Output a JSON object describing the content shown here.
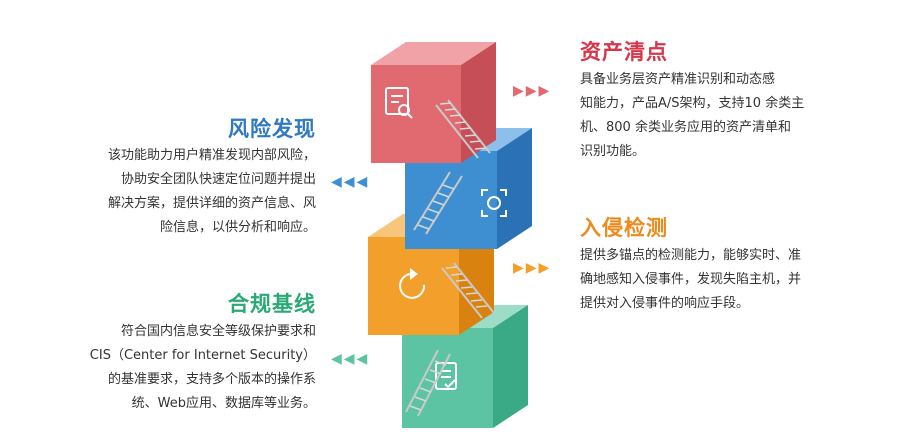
{
  "colors": {
    "red": "#e06a70",
    "blue": "#3d8fd1",
    "orange": "#f2a02b",
    "green": "#5cc4a2",
    "title_blue": "#2f78c4",
    "title_red": "#d6354a",
    "title_orange": "#ee8a1c",
    "title_green": "#2aa977"
  },
  "sections": [
    {
      "key": "asset",
      "title": "资产清点",
      "desc": "具备业务层资产精准识别和动态感\n知能力，产品A/S架构，支持10 余类主\n机、800 余类业务应用的资产清单和\n识别功能。",
      "arrow": "▶▶▶",
      "icon": "search-document-icon"
    },
    {
      "key": "risk",
      "title": "风险发现",
      "desc": "该功能助力用户精准发现内部风险，\n协助安全团队快速定位问题并提出\n解决方案，提供详细的资产信息、风\n险信息，以供分析和响应。",
      "arrow": "◀◀◀",
      "icon": "scan-target-icon"
    },
    {
      "key": "intrusion",
      "title": "入侵检测",
      "desc": "提供多锚点的检测能力，能够实时、准\n确地感知入侵事件，发现失陷主机，并\n提供对入侵事件的响应手段。",
      "arrow": "▶▶▶",
      "icon": "refresh-cycle-icon"
    },
    {
      "key": "compliance",
      "title": "合规基线",
      "desc": "符合国内信息安全等级保护要求和\nCIS（Center for Internet Security）\n的基准要求，支持多个版本的操作系\n统、Web应用、数据库等业务。",
      "arrow": "◀◀◀",
      "icon": "checklist-icon"
    }
  ]
}
